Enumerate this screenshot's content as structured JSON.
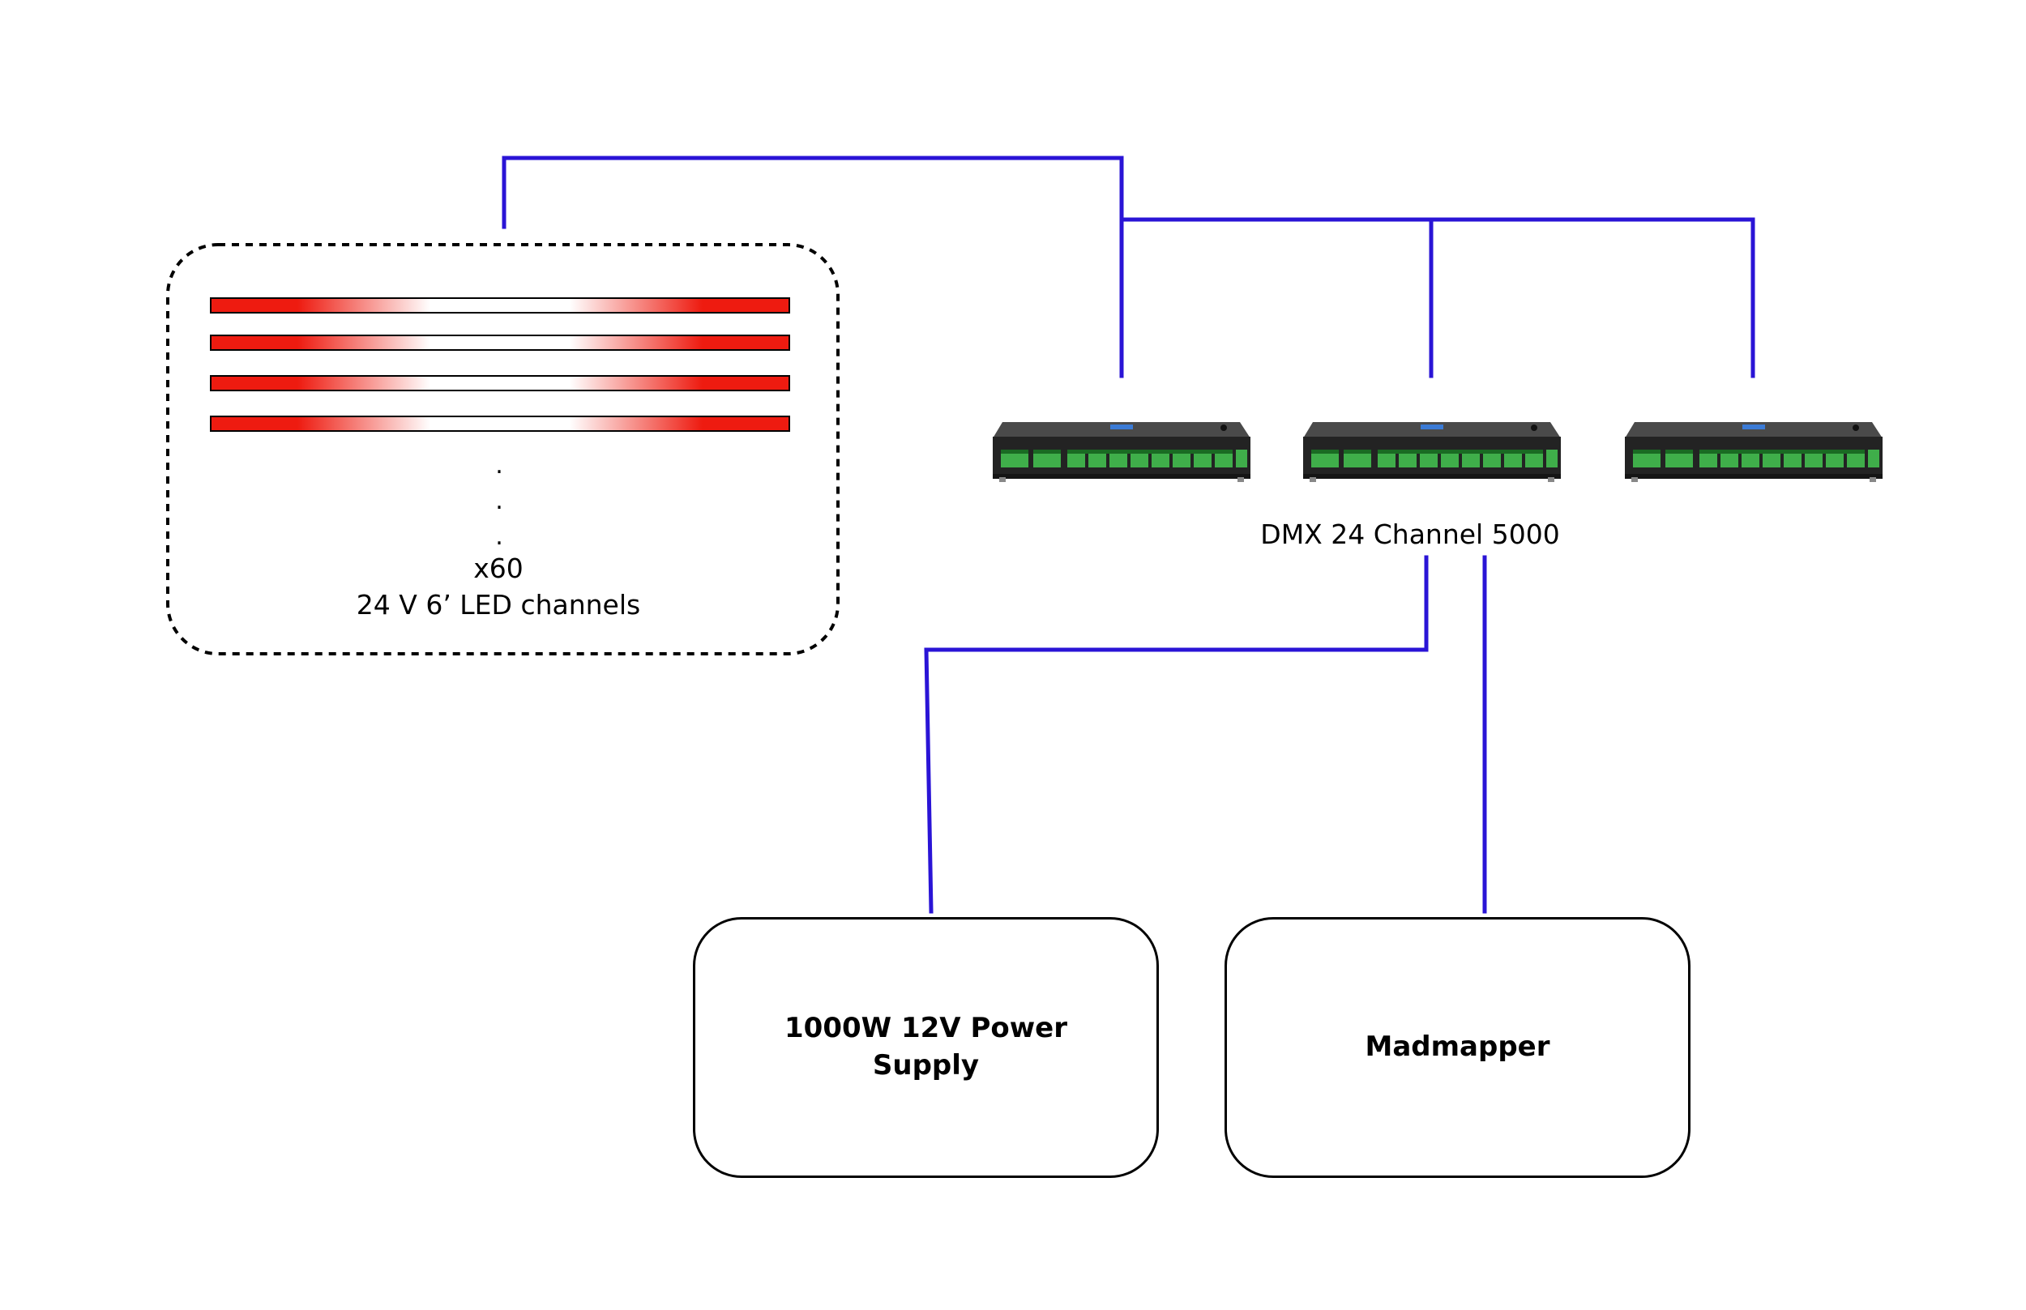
{
  "led_group": {
    "count_label": "x60",
    "description": "24 V 6’ LED channels",
    "strip_count": 4,
    "dot_glyph": "."
  },
  "dmx": {
    "caption": "DMX 24 Channel 5000",
    "unit_count": 3
  },
  "power_supply": {
    "label_line1": "1000W 12V Power",
    "label_line2": "Supply"
  },
  "madmapper": {
    "label": "Madmapper"
  },
  "colors": {
    "wire": "#2a14d6",
    "strip_red": "#ee1b10",
    "device_body": "#2b2b2b",
    "terminal_green": "#3fae4a"
  }
}
